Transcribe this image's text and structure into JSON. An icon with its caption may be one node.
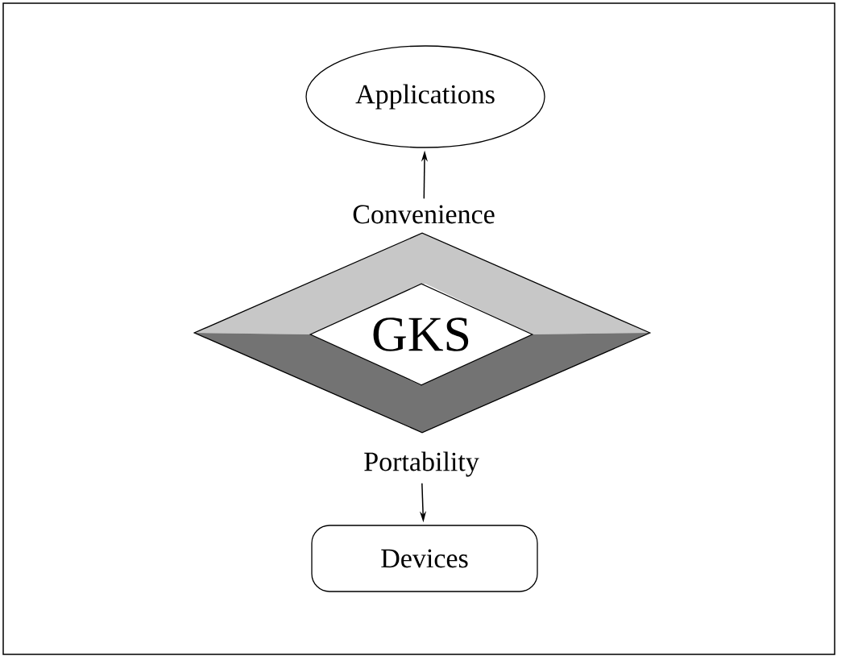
{
  "diagram": {
    "nodes": [
      {
        "text": [
          "Applications"
        ]
      },
      {
        "text": [
          "Convenience"
        ]
      },
      {
        "text": [],
        "shape": "diamond"
      },
      {
        "text": [
          "GKS"
        ],
        "in": 2
      },
      {
        "text": [
          "Portability"
        ]
      },
      {
        "text": [
          "Devices"
        ]
      }
    ],
    "edges": [
      {
        "from": 1,
        "to": 0,
        "arrow": "to"
      },
      {
        "from": 4,
        "to": 5,
        "arrow": "to"
      }
    ]
  }
}
